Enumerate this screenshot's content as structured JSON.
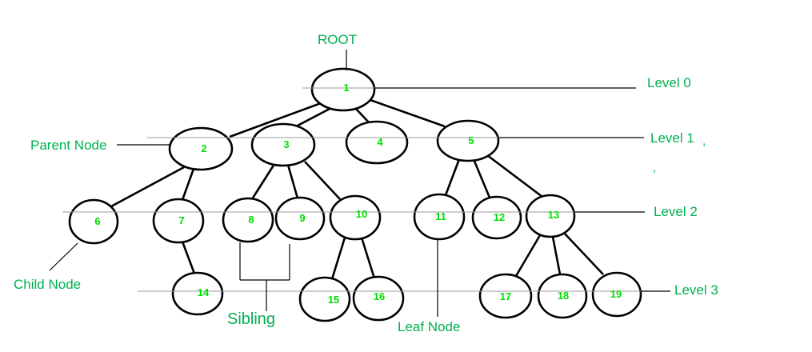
{
  "diagram": {
    "type": "tree",
    "root_label": "ROOT",
    "levels": {
      "level0": "Level 0",
      "level1": "Level 1",
      "level2": "Level 2",
      "level3": "Level 3"
    },
    "annotations": {
      "parent_node": "Parent Node",
      "child_node": "Child Node",
      "sibling": "Sibling",
      "leaf_node": "Leaf Node"
    },
    "stray_marks": {
      "mark1": ",",
      "mark2": ","
    },
    "colors": {
      "label_green": "#00b050",
      "number_green": "#00dd00",
      "edge_black": "#000000",
      "level_line_gray": "#9b9b9b",
      "background": "#ffffff"
    },
    "nodes": [
      {
        "label": "1",
        "level": 0,
        "parent": null
      },
      {
        "label": "2",
        "level": 1,
        "parent": "1"
      },
      {
        "label": "3",
        "level": 1,
        "parent": "1"
      },
      {
        "label": "4",
        "level": 1,
        "parent": "1"
      },
      {
        "label": "5",
        "level": 1,
        "parent": "1"
      },
      {
        "label": "6",
        "level": 2,
        "parent": "2"
      },
      {
        "label": "7",
        "level": 2,
        "parent": "2"
      },
      {
        "label": "8",
        "level": 2,
        "parent": "3"
      },
      {
        "label": "9",
        "level": 2,
        "parent": "3"
      },
      {
        "label": "10",
        "level": 2,
        "parent": "3"
      },
      {
        "label": "11",
        "level": 2,
        "parent": "5"
      },
      {
        "label": "12",
        "level": 2,
        "parent": "5"
      },
      {
        "label": "13",
        "level": 2,
        "parent": "5"
      },
      {
        "label": "14",
        "level": 3,
        "parent": "7"
      },
      {
        "label": "15",
        "level": 3,
        "parent": "10"
      },
      {
        "label": "16",
        "level": 3,
        "parent": "10"
      },
      {
        "label": "17",
        "level": 3,
        "parent": "13"
      },
      {
        "label": "18",
        "level": 3,
        "parent": "13"
      },
      {
        "label": "19",
        "level": 3,
        "parent": "13"
      }
    ],
    "edges": [
      [
        "1",
        "2"
      ],
      [
        "1",
        "3"
      ],
      [
        "1",
        "4"
      ],
      [
        "1",
        "5"
      ],
      [
        "2",
        "6"
      ],
      [
        "2",
        "7"
      ],
      [
        "3",
        "8"
      ],
      [
        "3",
        "9"
      ],
      [
        "3",
        "10"
      ],
      [
        "5",
        "11"
      ],
      [
        "5",
        "12"
      ],
      [
        "5",
        "13"
      ],
      [
        "7",
        "14"
      ],
      [
        "10",
        "15"
      ],
      [
        "10",
        "16"
      ],
      [
        "13",
        "17"
      ],
      [
        "13",
        "18"
      ],
      [
        "13",
        "19"
      ]
    ]
  }
}
